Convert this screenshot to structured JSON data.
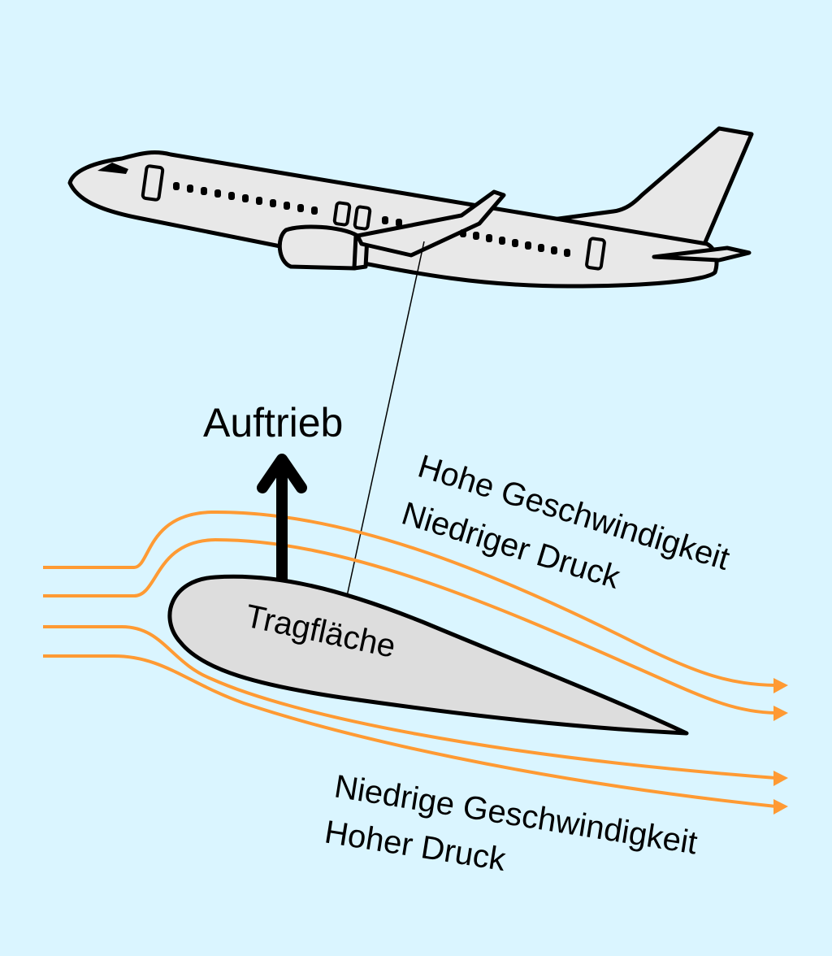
{
  "diagram": {
    "labels": {
      "lift": "Auftrieb",
      "wing": "Tragfläche",
      "upper_line1": "Hohe Geschwindigkeit",
      "upper_line2": "Niedriger Druck",
      "lower_line1": "Niedrige Geschwindigkeit",
      "lower_line2": "Hoher Druck"
    },
    "colors": {
      "background": "#daf5ff",
      "airflow": "#ff9a33",
      "airplane_fill": "#e8e8e8",
      "airfoil_fill": "#dddddd",
      "outline": "#000000"
    },
    "icons": [
      "airplane-icon",
      "airfoil-icon",
      "lift-arrow-icon",
      "airflow-arrow-icon"
    ]
  }
}
